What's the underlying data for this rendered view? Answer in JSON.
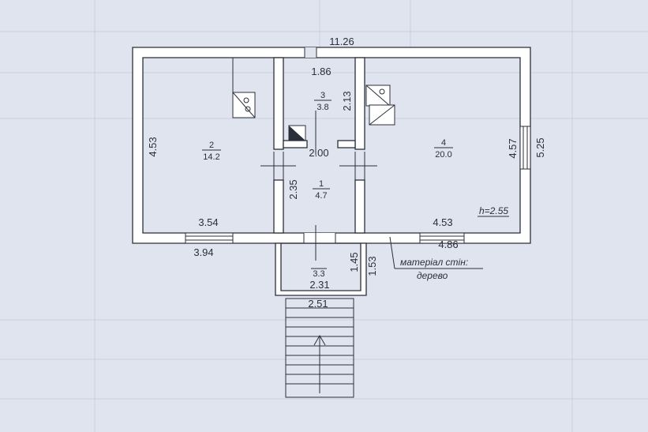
{
  "plan": {
    "overall_width": "11.26",
    "rooms": [
      {
        "number": "1",
        "area": "4.7"
      },
      {
        "number": "2",
        "area": "14.2"
      },
      {
        "number": "3",
        "area": "3.8"
      },
      {
        "number": "4",
        "area": "20.0"
      }
    ],
    "porch_area": "3.3",
    "dimensions": {
      "room2_height": "4.53",
      "room2_bottom": "3.54",
      "left_outer_bottom": "3.94",
      "room3_width": "1.86",
      "room3_height": "2.13",
      "hall_width": "2.00",
      "hall_height": "2.35",
      "room4_height_inner": "4.57",
      "room4_height_outer": "5.25",
      "room4_bottom": "4.53",
      "right_outer_bottom": "4.86",
      "porch_height_inner": "1.45",
      "porch_height_outer": "1.53",
      "porch_width_inner": "2.31",
      "porch_width_outer": "2.51"
    },
    "ceiling_height": "h=2.55",
    "wall_material": "матеріал стін:",
    "wall_material_value": "дерево"
  }
}
